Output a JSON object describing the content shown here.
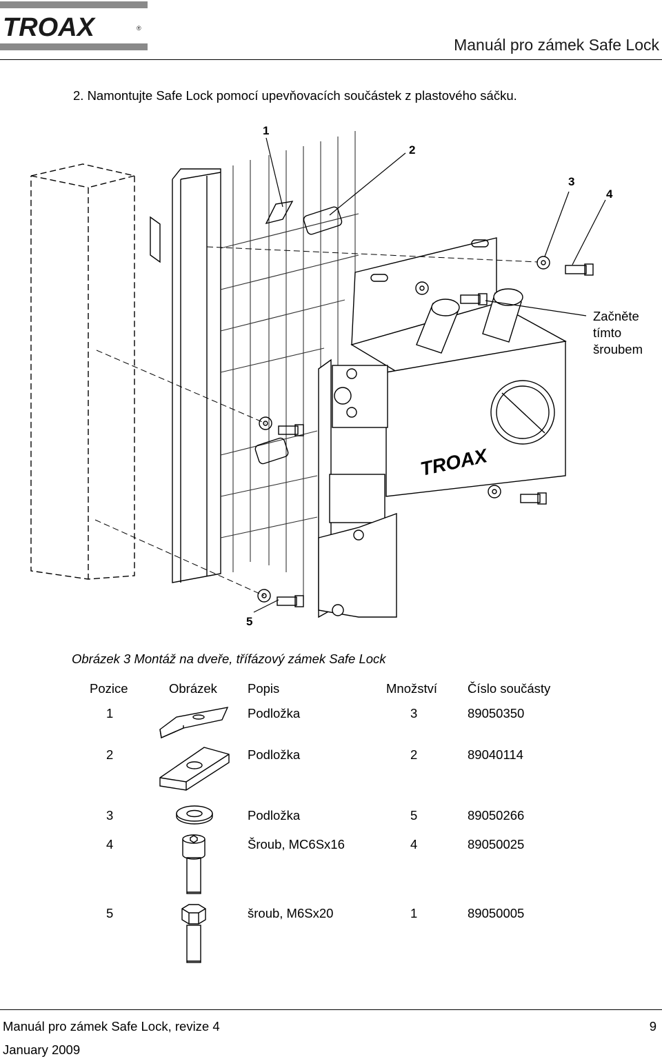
{
  "header": {
    "logo_text": "TROAX",
    "title": "Manuál pro zámek Safe Lock"
  },
  "instruction": "2.  Namontujte Safe Lock pomocí upevňovacích součástek z plastového sáčku.",
  "diagram": {
    "callouts": [
      "1",
      "2",
      "3",
      "4",
      "5"
    ],
    "note": [
      "Začněte",
      "tímto",
      "šroubem"
    ],
    "brand_text": "TROAX"
  },
  "caption": "Obrázek 3 Montáž na dveře, třífázový zámek Safe Lock",
  "table": {
    "headers": [
      "Pozice",
      "Obrázek",
      "Popis",
      "Množství",
      "Číslo součásty"
    ],
    "rows": [
      {
        "pos": "1",
        "desc": "Podložka",
        "qty": "3",
        "part": "89050350",
        "icon": "angled-washer-icon"
      },
      {
        "pos": "2",
        "desc": "Podložka",
        "qty": "2",
        "part": "89040114",
        "icon": "plate-washer-icon"
      },
      {
        "pos": "3",
        "desc": "Podložka",
        "qty": "5",
        "part": "89050266",
        "icon": "round-washer-icon"
      },
      {
        "pos": "4",
        "desc": "Šroub, MC6Sx16",
        "qty": "4",
        "part": "89050025",
        "icon": "socket-screw-icon"
      },
      {
        "pos": "5",
        "desc": "šroub, M6Sx20",
        "qty": "1",
        "part": "89050005",
        "icon": "hex-bolt-icon"
      }
    ]
  },
  "footer": {
    "doc": "Manuál pro zámek Safe Lock, revize 4",
    "page": "9",
    "date": "January 2009"
  }
}
